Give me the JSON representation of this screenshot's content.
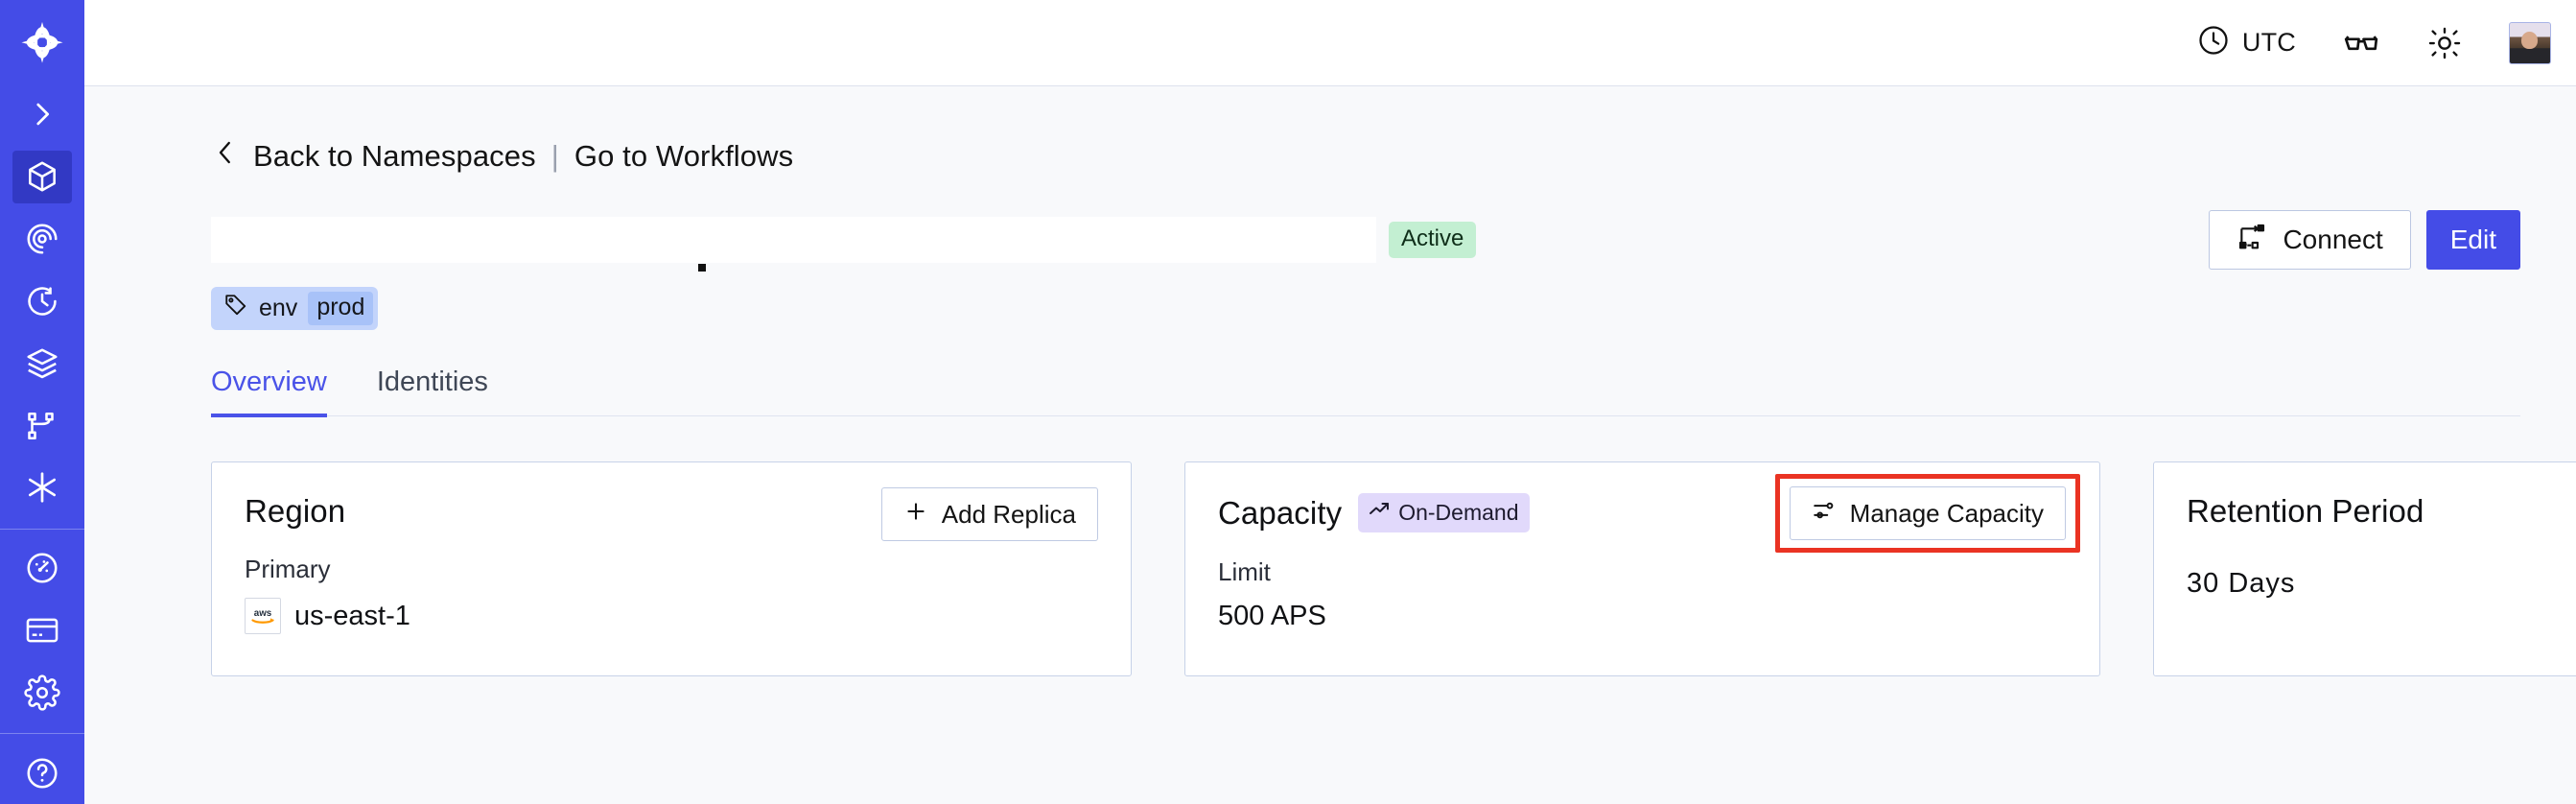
{
  "sidebar": {
    "logo": "temporal-logo-icon",
    "items": [
      {
        "name": "expand-sidebar",
        "icon": "chevron-right-icon",
        "active": false
      },
      {
        "name": "namespaces",
        "icon": "cube-icon",
        "active": true
      },
      {
        "name": "workflows",
        "icon": "spiral-eye-icon",
        "active": false
      },
      {
        "name": "schedules",
        "icon": "clock-history-icon",
        "active": false
      },
      {
        "name": "batch-operations",
        "icon": "layers-icon",
        "active": false
      },
      {
        "name": "task-queues",
        "icon": "branch-nodes-icon",
        "active": false
      },
      {
        "name": "nexus",
        "icon": "asterisk-icon",
        "active": false
      },
      {
        "name": "usage",
        "icon": "gauge-icon",
        "active": false
      },
      {
        "name": "billing",
        "icon": "credit-card-icon",
        "active": false
      },
      {
        "name": "settings",
        "icon": "gear-icon",
        "active": false
      }
    ]
  },
  "topbar": {
    "timezone_label": "UTC",
    "timezone_icon": "clock-icon",
    "glasses_icon": "glasses-icon",
    "theme_icon": "sun-icon",
    "avatar": "user-avatar"
  },
  "breadcrumb": {
    "back_icon": "chevron-left-icon",
    "back_label": "Back to Namespaces",
    "separator": "|",
    "workflows_label": "Go to Workflows"
  },
  "header": {
    "namespace_name": "",
    "status": "Active",
    "connect_label": "Connect",
    "connect_icon": "connect-flow-icon",
    "edit_label": "Edit",
    "tag": {
      "icon": "tag-icon",
      "key": "env",
      "value": "prod"
    }
  },
  "tabs": [
    {
      "label": "Overview",
      "active": true
    },
    {
      "label": "Identities",
      "active": false
    }
  ],
  "cards": {
    "region": {
      "title": "Region",
      "action_label": "Add Replica",
      "action_icon": "plus-icon",
      "sub_label": "Primary",
      "provider_icon": "aws-logo",
      "value": "us-east-1"
    },
    "capacity": {
      "title": "Capacity",
      "badge_label": "On-Demand",
      "badge_icon": "trending-up-icon",
      "action_label": "Manage Capacity",
      "action_icon": "sliders-icon",
      "sub_label": "Limit",
      "value": "500 APS",
      "highlighted": true
    },
    "retention": {
      "title": "Retention Period",
      "value": "30 Days"
    }
  },
  "colors": {
    "brand": "#444CE7",
    "sidebar_active": "#3239C4",
    "status_active_bg": "#C3EFD2",
    "tag_bg": "#C3D4FB",
    "tag_value_bg": "#A8C2F8",
    "badge_purple_bg": "#E1D9FB",
    "highlight_red": "#EA3323",
    "page_bg": "#F8F9FB",
    "card_border": "#C7D2E8"
  }
}
